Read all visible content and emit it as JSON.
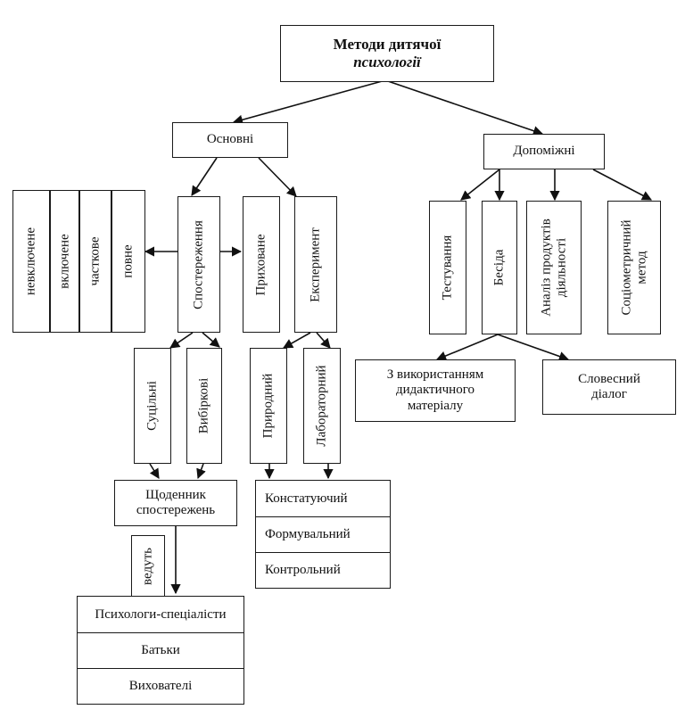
{
  "diagram": {
    "root": {
      "line1": "Методи дитячої",
      "line2": "психології"
    },
    "main": "Основні",
    "aux": "Допоміжні",
    "observation": "Спостереження",
    "hidden": "Приховане",
    "experiment": "Експеримент",
    "observation_types": [
      "невключене",
      "включене",
      "часткове",
      "повне"
    ],
    "continuous": "Суцільні",
    "selective": "Вибіркові",
    "natural": "Природний",
    "laboratory": "Лабораторний",
    "diary": {
      "line1": "Щоденник",
      "line2": "спостережень"
    },
    "conduct": "ведуть",
    "who_conducts": [
      "Психологи-спеціалісти",
      "Батьки",
      "Вихователі"
    ],
    "lab_types": [
      "Констатуючий",
      "Формувальний",
      "Контрольний"
    ],
    "aux_methods": {
      "testing": "Тестування",
      "conversation": "Бесіда",
      "product_analysis": {
        "line1": "Аналіз продуктів",
        "line2": "діяльності"
      },
      "sociometric": {
        "line1": "Соціометричний",
        "line2": "метод"
      }
    },
    "conversation_types": {
      "didactic": {
        "line1": "З використанням",
        "line2": "дидактичного",
        "line3": "матеріалу"
      },
      "verbal": {
        "line1": "Словесний",
        "line2": "діалог"
      }
    }
  }
}
